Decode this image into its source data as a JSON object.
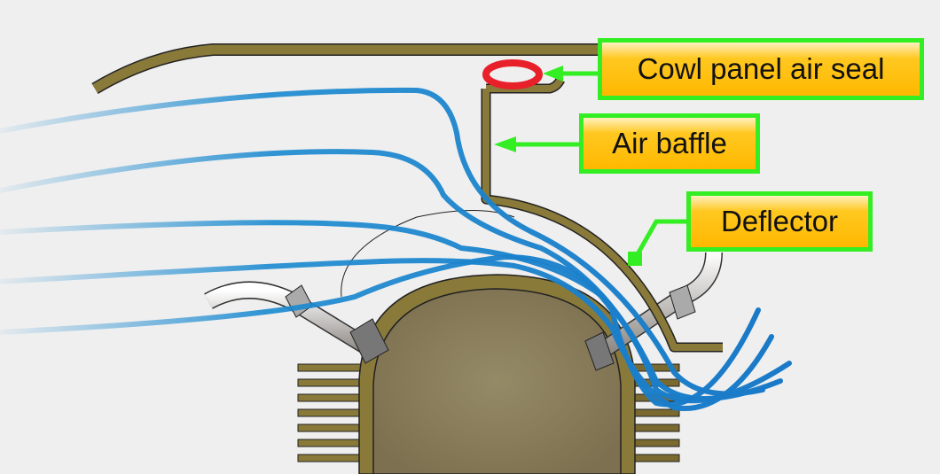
{
  "labels": {
    "cowl_seal": "Cowl panel air seal",
    "air_baffle": "Air baffle",
    "deflector": "Deflector"
  },
  "colors": {
    "metal": "#8a7a3a",
    "airflow": "#1a8ad0",
    "seal": "#e8202a",
    "callout": "#33ee22",
    "label_fill": "#ffc000"
  }
}
